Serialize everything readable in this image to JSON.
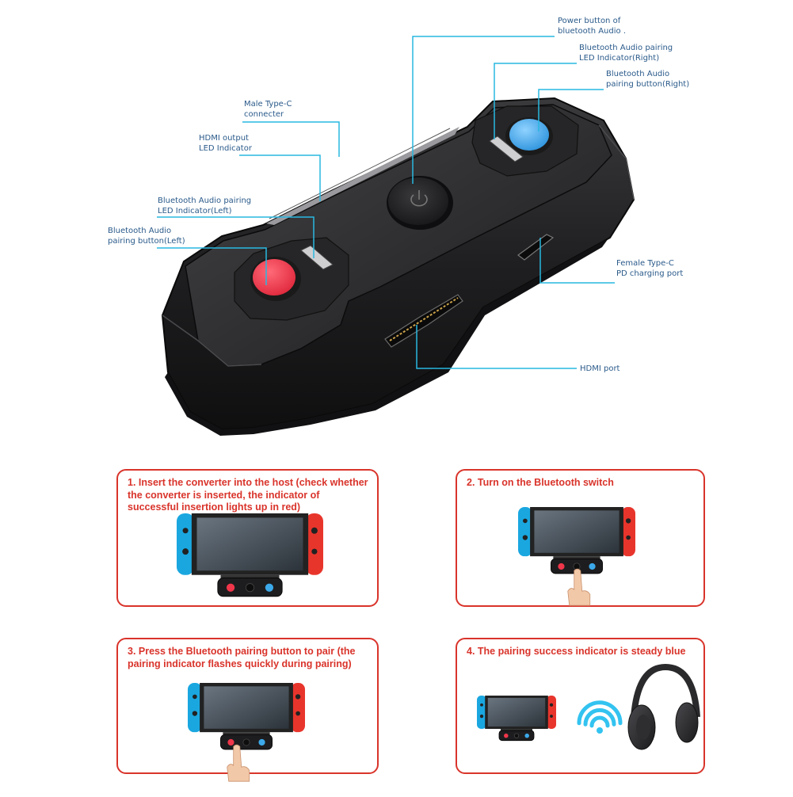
{
  "callouts": {
    "power_button": "Power button of\nbluetooth Audio .",
    "led_right": "Bluetooth Audio pairing\nLED Indicator(Right)",
    "pair_btn_right": "Bluetooth Audio\npairing button(Right)",
    "male_typec": "Male Type-C\nconnecter",
    "hdmi_led": "HDMI output\nLED Indicator",
    "led_left": "Bluetooth Audio pairing\nLED Indicator(Left)",
    "pair_btn_left": "Bluetooth Audio\npairing button(Left)",
    "female_typec": "Female Type-C\nPD charging port",
    "hdmi_port": "HDMI port"
  },
  "steps": [
    {
      "text": "1. Insert the converter into the host (check whether the converter is inserted, the indicator of successful insertion lights up in red)"
    },
    {
      "text": "2. Turn on the Bluetooth switch"
    },
    {
      "text": "3. Press the Bluetooth pairing button to pair (the pairing indicator flashes quickly during pairing)"
    },
    {
      "text": "4. The pairing success indicator is steady blue"
    }
  ],
  "colors": {
    "leader_line": "#29b8e0",
    "callout_text": "#2a5a8a",
    "step_border": "#d9342b",
    "step_text": "#d9342b",
    "joycon_left": "#1aa7e0",
    "joycon_right": "#e8352c",
    "button_red": "#f0364a",
    "button_blue": "#3ca9ea",
    "wifi": "#33c3f0"
  }
}
